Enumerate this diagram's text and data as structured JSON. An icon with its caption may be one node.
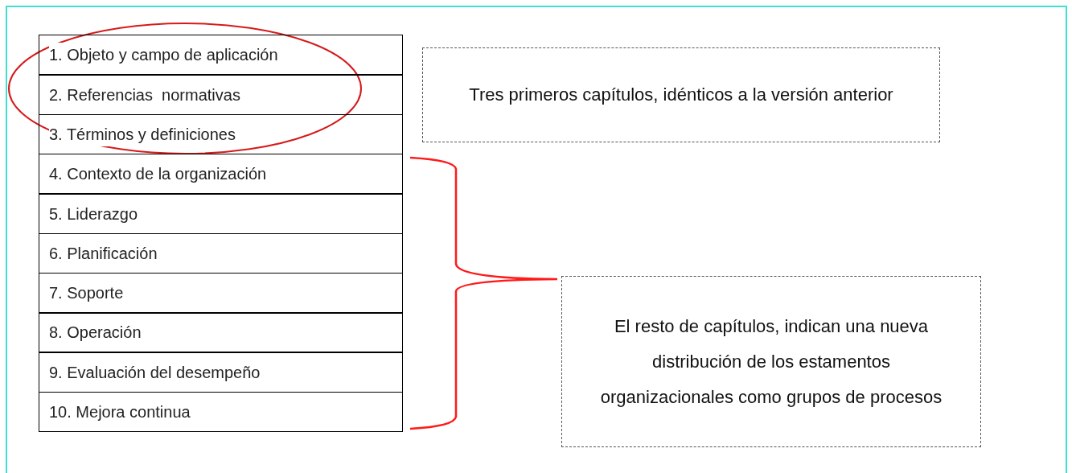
{
  "diagram": {
    "nodes": [
      {
        "text": [
          "1. Objeto y campo de aplicación"
        ]
      },
      {
        "text": [
          "2. Referencias  normativas"
        ]
      },
      {
        "text": [
          "3. Términos y definiciones"
        ]
      },
      {
        "text": [
          "4. Contexto de la organización"
        ]
      },
      {
        "text": [
          "5. Liderazgo"
        ]
      },
      {
        "text": [
          "6. Planificación"
        ]
      },
      {
        "text": [
          "7. Soporte"
        ]
      },
      {
        "text": [
          "8. Operación"
        ]
      },
      {
        "text": [
          "9. Evaluación del desempeño"
        ]
      },
      {
        "text": [
          "10. Mejora continua"
        ]
      },
      {
        "text": [
          "Tres primeros capítulos, idénticos a la versión anterior"
        ]
      },
      {
        "text": [
          "El resto de capítulos, indican una nueva distribución de los estamentos organizacionales como grupos de procesos"
        ]
      }
    ]
  }
}
